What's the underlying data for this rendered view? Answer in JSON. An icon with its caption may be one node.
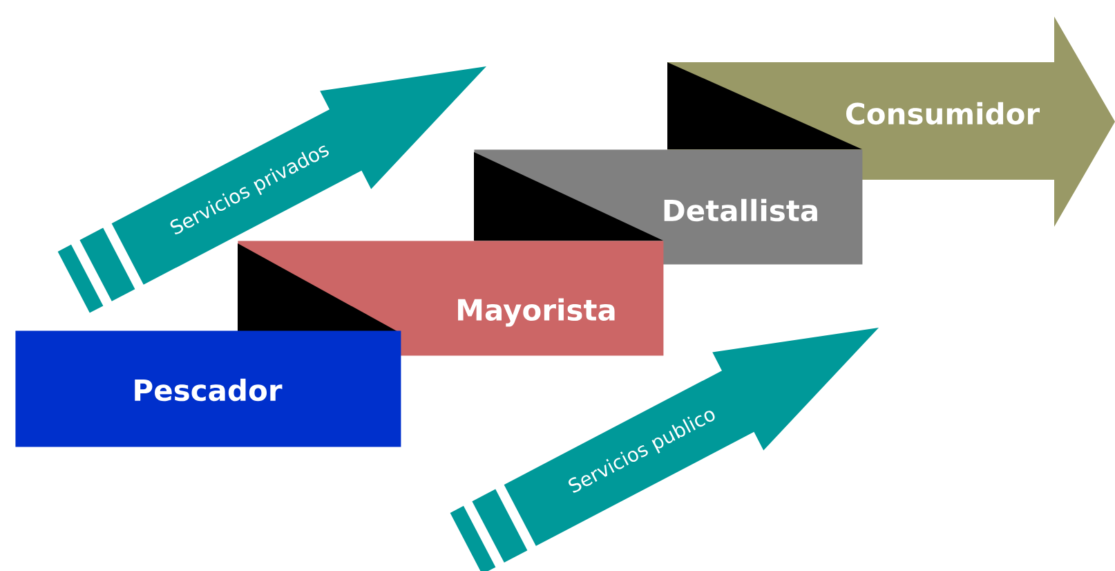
{
  "diagram": {
    "nodes": [
      {
        "text": [
          "Pescador"
        ]
      },
      {
        "text": [
          "Mayorista"
        ]
      },
      {
        "text": [
          "Detallista"
        ]
      },
      {
        "text": [
          "Consumidor"
        ]
      }
    ],
    "labels": [
      "Servicios privados",
      "Servicios publico"
    ]
  }
}
